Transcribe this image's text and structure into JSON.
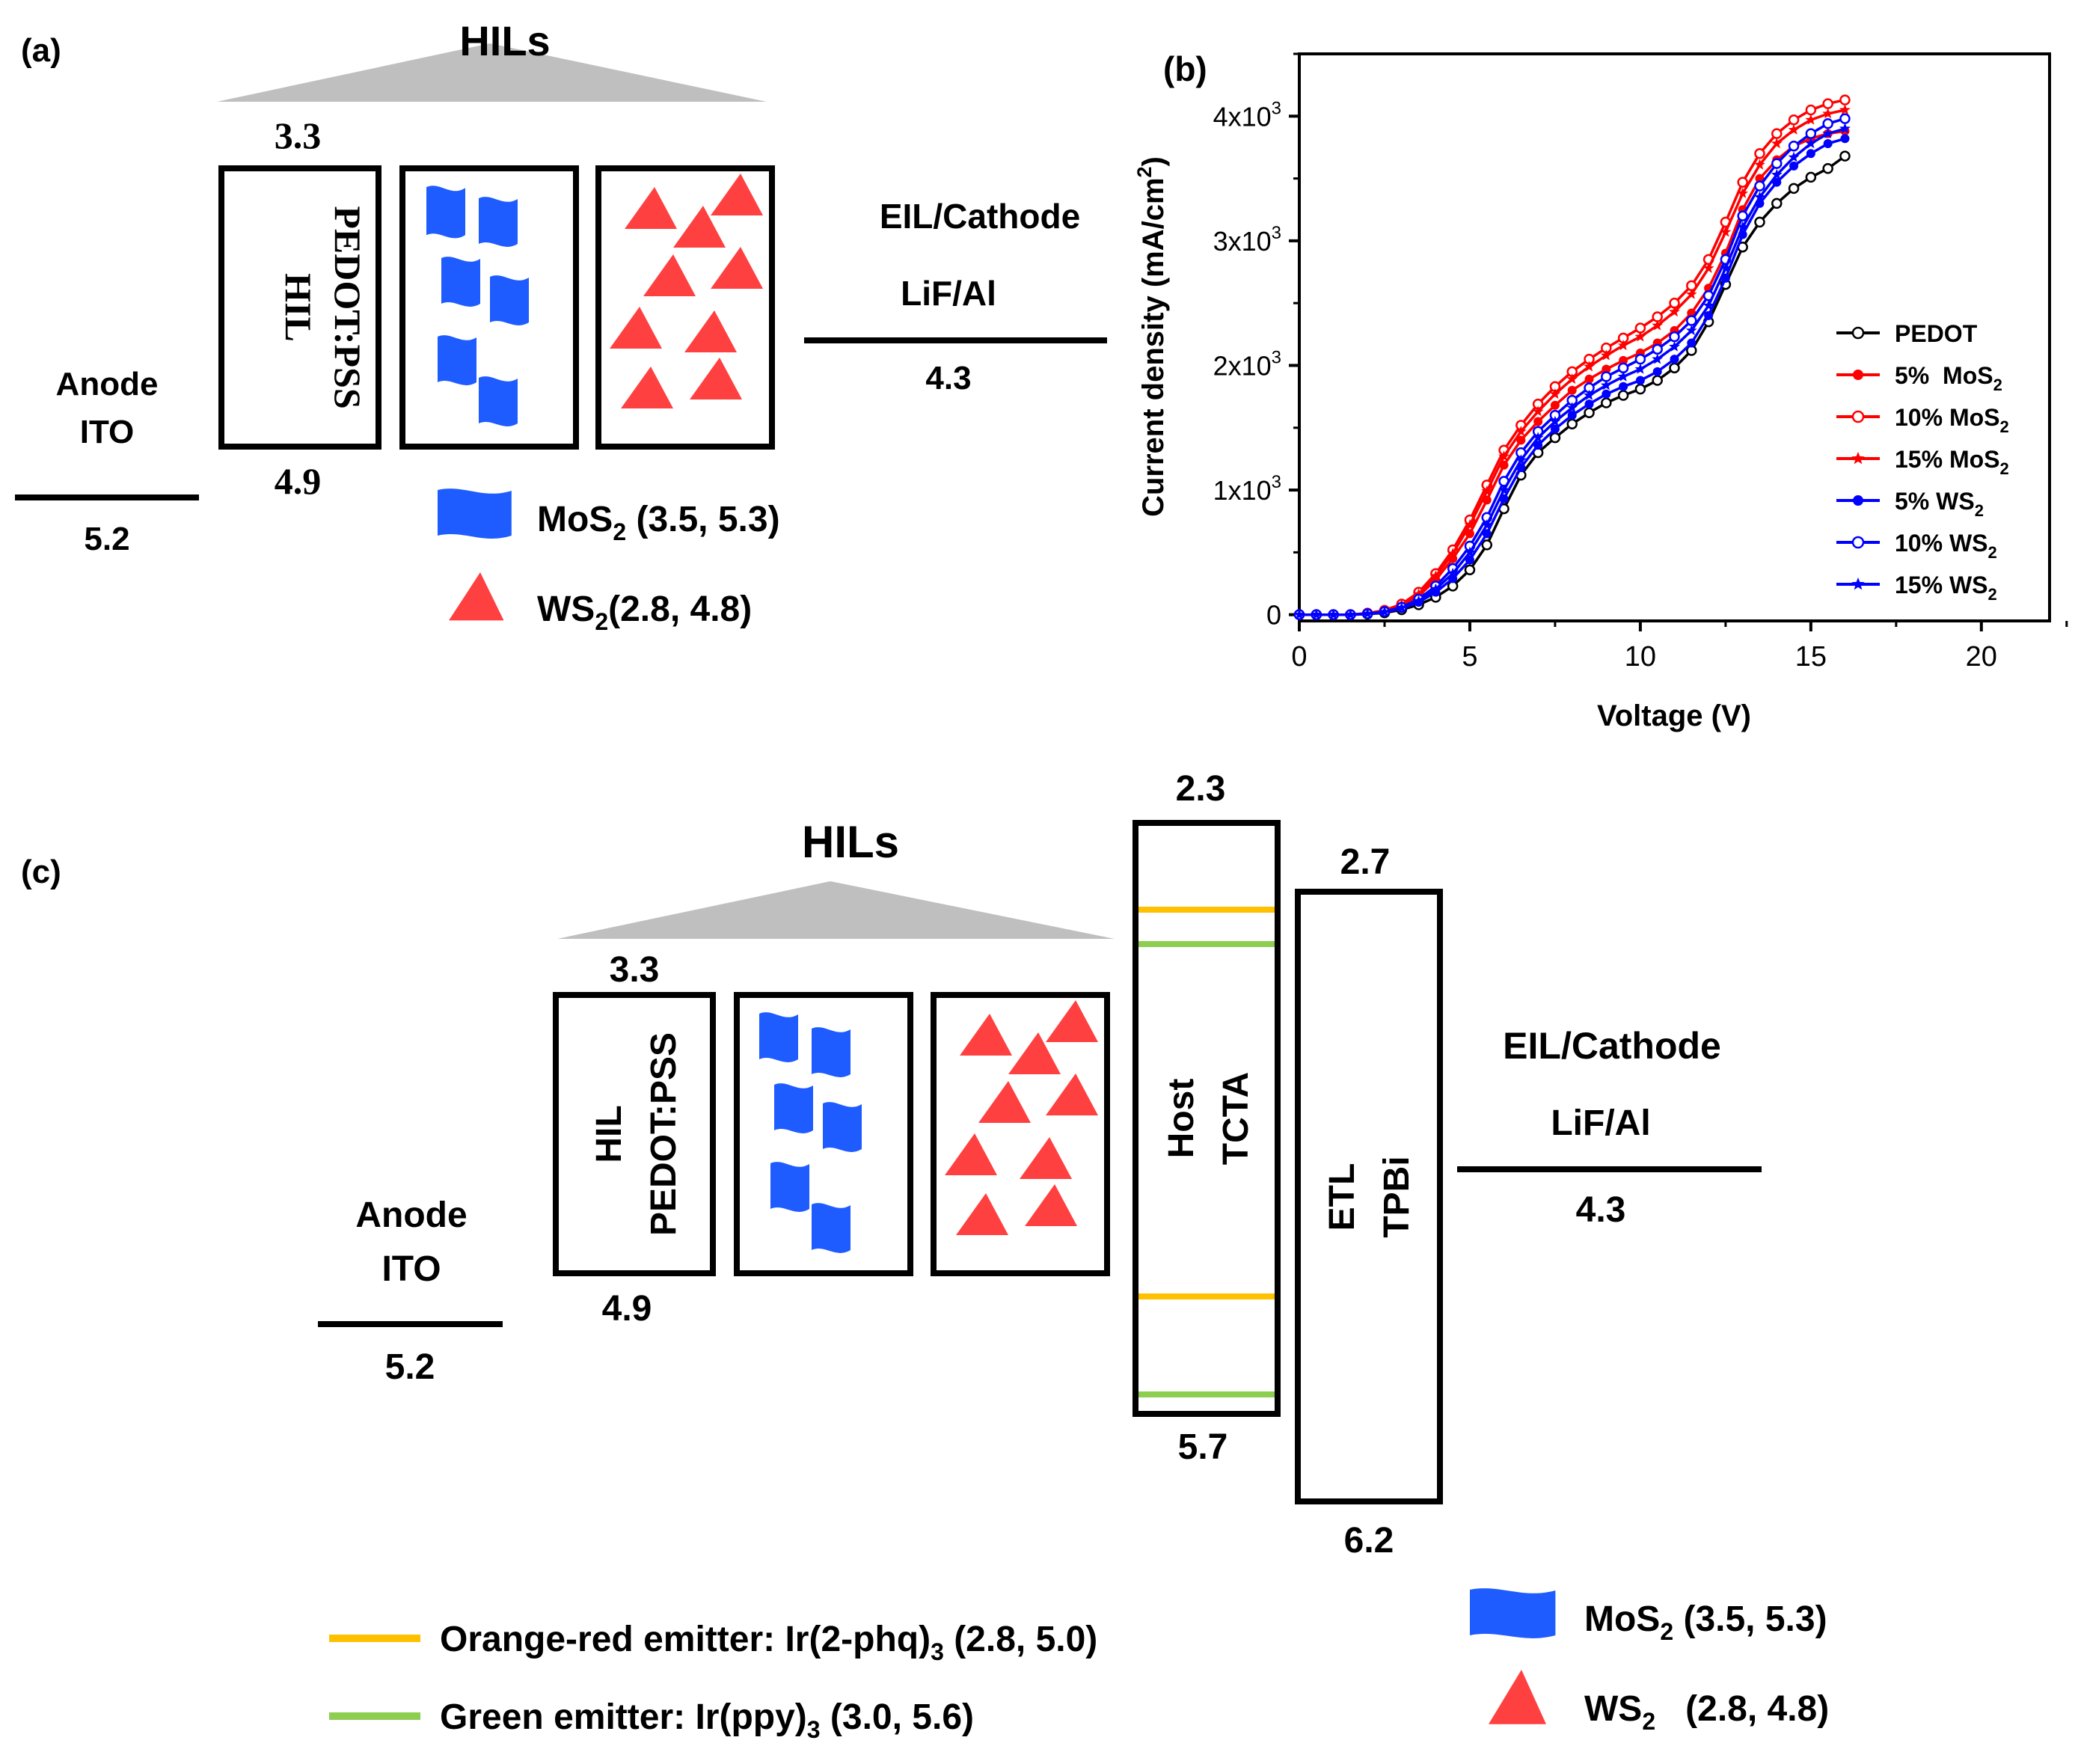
{
  "colors": {
    "pedot": "#000000",
    "mos2_series": "#ff0000",
    "ws2_series": "#0000ff",
    "mos2_fill": "#1f5cff",
    "ws2_fill": "#ff4040",
    "orange_emitter": "#ffc000",
    "green_emitter": "#8dcd4f",
    "hil_bracket": "#bfbfbf"
  },
  "panel_a": {
    "label": "(a)",
    "hils_title": "HILs",
    "anode_line1": "Anode",
    "anode_line2": "ITO",
    "anode_level": "5.2",
    "hil_top": "3.3",
    "hil_bottom": "4.9",
    "hil_text1": "HIL",
    "hil_text2": "PEDOT:PSS",
    "cathode_line1": "EIL/Cathode",
    "cathode_line2": "LiF/Al",
    "cathode_level": "4.3",
    "legend_mos2": "MoS",
    "legend_mos2_sub": "2",
    "legend_mos2_values": " (3.5, 5.3)",
    "legend_ws2": "WS",
    "legend_ws2_sub": "2",
    "legend_ws2_values": "(2.8, 4.8)"
  },
  "panel_c": {
    "label": "(c)",
    "hils_title": "HILs",
    "anode_line1": "Anode",
    "anode_line2": "ITO",
    "anode_level": "5.2",
    "hil_top": "3.3",
    "hil_bottom": "4.9",
    "hil_text1": "HIL",
    "hil_text2": "PEDOT:PSS",
    "host_top": "2.3",
    "host_bottom": "5.7",
    "host_text1": "Host",
    "host_text2": "TCTA",
    "etl_top": "2.7",
    "etl_bottom": "6.2",
    "etl_text1": "ETL",
    "etl_text2": "TPBi",
    "cathode_line1": "EIL/Cathode",
    "cathode_line2": "LiF/Al",
    "cathode_level": "4.3",
    "legend_orange_pre": "Orange-red  emitter: Ir(2-phq)",
    "legend_orange_sub": "3",
    "legend_orange_post": " (2.8, 5.0)",
    "legend_green_pre": "Green emitter: Ir(ppy)",
    "legend_green_sub": "3",
    "legend_green_post": " (3.0, 5.6)",
    "legend_mos2": "MoS",
    "legend_mos2_sub": "2",
    "legend_mos2_values": " (3.5, 5.3)",
    "legend_ws2": "WS",
    "legend_ws2_sub": "2",
    "legend_ws2_values": "   (2.8, 4.8)"
  },
  "chart_data": {
    "type": "line",
    "panel_label": "(b)",
    "xlabel": "Voltage (V)",
    "ylabel": "Current density (mA/cm",
    "ylabel_sup": "2",
    "ylabel_close": ")",
    "xlim": [
      0,
      22
    ],
    "ylim": [
      -50,
      4500
    ],
    "x_ticks": [
      0,
      5,
      10,
      15,
      20
    ],
    "x_tick_labels": [
      "0",
      "5",
      "10",
      "15",
      "20"
    ],
    "y_ticks": [
      0,
      1000,
      2000,
      3000,
      4000
    ],
    "y_tick_labels": [
      {
        "base": "0",
        "sup": ""
      },
      {
        "base": "1x10",
        "sup": "3"
      },
      {
        "base": "2x10",
        "sup": "3"
      },
      {
        "base": "3x10",
        "sup": "3"
      },
      {
        "base": "4x10",
        "sup": "3"
      }
    ],
    "grid": false,
    "legend_position": "right",
    "x": [
      0,
      0.5,
      1,
      1.5,
      2,
      2.5,
      3,
      3.5,
      4,
      4.5,
      5,
      5.5,
      6,
      6.5,
      7,
      7.5,
      8,
      8.5,
      9,
      9.5,
      10,
      10.5,
      11,
      11.5,
      12,
      12.5,
      13,
      13.5,
      14,
      14.5,
      15,
      15.5,
      16
    ],
    "series": [
      {
        "name": "PEDOT",
        "name_sub": "",
        "color": "#000000",
        "marker": "open-circle",
        "values": [
          0,
          0,
          0,
          0,
          5,
          15,
          40,
          80,
          140,
          230,
          360,
          560,
          850,
          1120,
          1300,
          1420,
          1530,
          1620,
          1700,
          1760,
          1810,
          1880,
          1980,
          2120,
          2350,
          2650,
          2950,
          3150,
          3300,
          3420,
          3510,
          3580,
          3680
        ]
      },
      {
        "name": "5%  MoS",
        "name_sub": "2",
        "color": "#ff0000",
        "marker": "filled-circle",
        "values": [
          0,
          0,
          0,
          0,
          10,
          30,
          70,
          150,
          280,
          450,
          650,
          920,
          1200,
          1400,
          1550,
          1680,
          1800,
          1890,
          1970,
          2040,
          2100,
          2180,
          2280,
          2420,
          2620,
          2900,
          3250,
          3500,
          3650,
          3760,
          3820,
          3860,
          3880
        ]
      },
      {
        "name": "10% MoS",
        "name_sub": "2",
        "color": "#ff0000",
        "marker": "open-circle",
        "values": [
          0,
          0,
          0,
          0,
          12,
          35,
          85,
          180,
          330,
          520,
          760,
          1040,
          1320,
          1520,
          1690,
          1830,
          1950,
          2050,
          2140,
          2220,
          2300,
          2390,
          2500,
          2640,
          2850,
          3150,
          3470,
          3700,
          3860,
          3970,
          4050,
          4100,
          4130
        ]
      },
      {
        "name": "15% MoS",
        "name_sub": "2",
        "color": "#ff0000",
        "marker": "star",
        "values": [
          0,
          0,
          0,
          0,
          11,
          32,
          78,
          165,
          310,
          490,
          720,
          990,
          1270,
          1470,
          1630,
          1770,
          1890,
          1990,
          2080,
          2160,
          2230,
          2320,
          2430,
          2570,
          2780,
          3070,
          3380,
          3610,
          3780,
          3890,
          3970,
          4020,
          4050
        ]
      },
      {
        "name": "5% WS",
        "name_sub": "2",
        "color": "#0000ff",
        "marker": "filled-circle",
        "values": [
          0,
          0,
          0,
          0,
          6,
          20,
          50,
          100,
          180,
          290,
          440,
          650,
          930,
          1180,
          1360,
          1490,
          1600,
          1690,
          1770,
          1830,
          1880,
          1950,
          2050,
          2180,
          2400,
          2700,
          3050,
          3300,
          3470,
          3600,
          3700,
          3780,
          3820
        ]
      },
      {
        "name": "10% WS",
        "name_sub": "2",
        "color": "#0000ff",
        "marker": "open-circle",
        "values": [
          0,
          0,
          0,
          0,
          8,
          25,
          60,
          125,
          230,
          370,
          550,
          780,
          1070,
          1300,
          1470,
          1600,
          1720,
          1820,
          1910,
          1980,
          2050,
          2130,
          2230,
          2360,
          2560,
          2850,
          3200,
          3440,
          3620,
          3760,
          3860,
          3940,
          3980
        ]
      },
      {
        "name": "15% WS",
        "name_sub": "2",
        "color": "#0000ff",
        "marker": "star",
        "values": [
          0,
          0,
          0,
          0,
          7,
          22,
          55,
          110,
          205,
          330,
          500,
          720,
          1000,
          1240,
          1420,
          1550,
          1660,
          1760,
          1840,
          1910,
          1970,
          2050,
          2150,
          2280,
          2480,
          2780,
          3110,
          3350,
          3530,
          3670,
          3780,
          3860,
          3900
        ]
      }
    ]
  }
}
